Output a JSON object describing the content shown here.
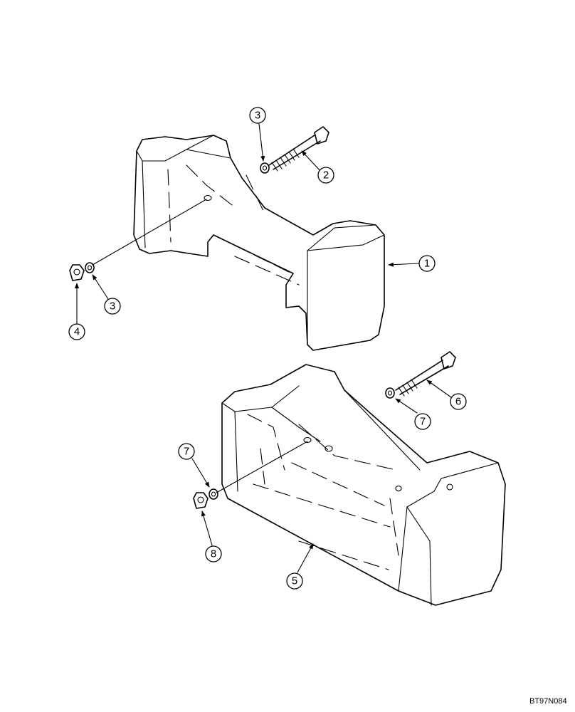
{
  "callouts": {
    "c1": "1",
    "c2": "2",
    "c3_top": "3",
    "c3_lower": "3",
    "c4": "4",
    "c5": "5",
    "c6": "6",
    "c7_right": "7",
    "c7_left": "7",
    "c8": "8"
  },
  "figure_code": "BT97N084"
}
